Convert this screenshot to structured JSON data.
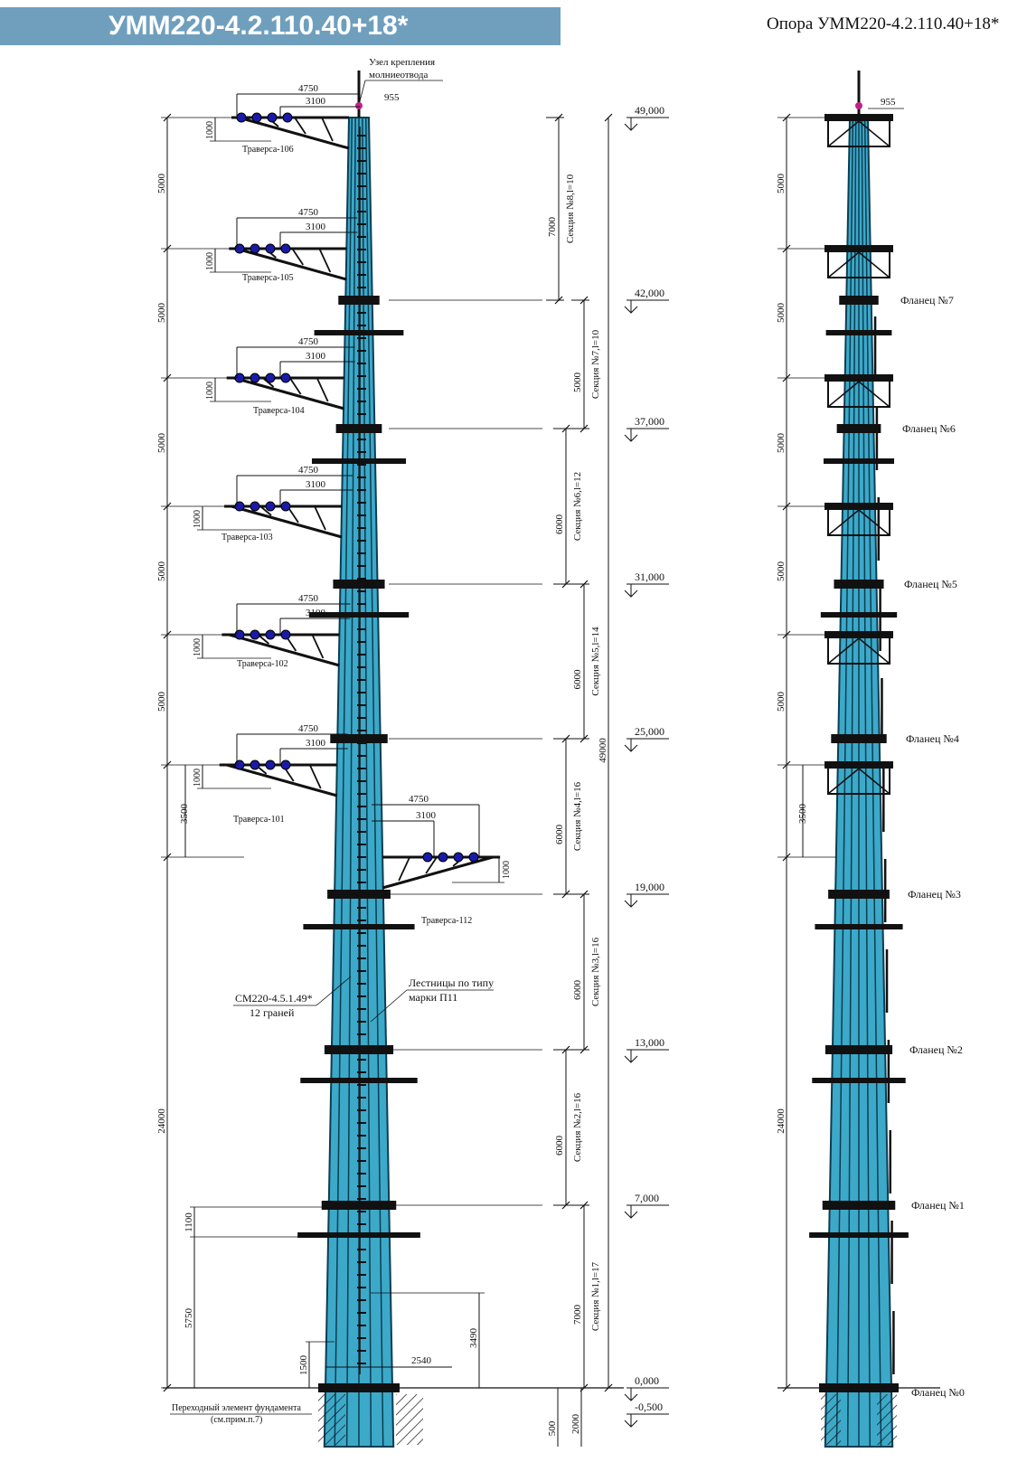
{
  "header": {
    "title": "УММ220-4.2.110.40+18*",
    "right_caption": "Опора УММ220-4.2.110.40+18*"
  },
  "colors": {
    "header_bg": "#6f9fbd",
    "pole_fill": "#3da9c9",
    "pole_edge": "#0b3d52",
    "insulator": "#1a1aa8",
    "tip": "#c0208c"
  },
  "top_labels": {
    "lightning_node_line1": "Узел крепления",
    "lightning_node_line2": "молниеотвода",
    "top_width": "955",
    "right_top_width": "955"
  },
  "elevations": [
    "49,000",
    "42,000",
    "37,000",
    "31,000",
    "25,000",
    "19,000",
    "13,000",
    "7,000",
    "0,000",
    "-0,500"
  ],
  "total_height": "49000",
  "left_dims": [
    "5000",
    "5000",
    "5000",
    "5000",
    "5000",
    "3500",
    "24000"
  ],
  "right_dims": [
    "5000",
    "5000",
    "5000",
    "5000",
    "5000",
    "3500",
    "24000"
  ],
  "sections": [
    {
      "length": "7000",
      "label": "Секция №8,l=10"
    },
    {
      "length": "5000",
      "label": "Секция №7,l=10"
    },
    {
      "length": "6000",
      "label": "Секция №6,l=12"
    },
    {
      "length": "6000",
      "label": "Секция №5,l=14"
    },
    {
      "length": "6000",
      "label": "Секция №4,l=16"
    },
    {
      "length": "6000",
      "label": "Секция №3,l=16"
    },
    {
      "length": "6000",
      "label": "Секция №2,l=16"
    },
    {
      "length": "7000",
      "label": "Секция №1,l=17"
    }
  ],
  "traverses": [
    {
      "name": "Траверса-106",
      "outer": "4750",
      "inner": "3100",
      "drop": "1000"
    },
    {
      "name": "Траверса-105",
      "outer": "4750",
      "inner": "3100",
      "drop": "1000"
    },
    {
      "name": "Траверса-104",
      "outer": "4750",
      "inner": "3100",
      "drop": "1000"
    },
    {
      "name": "Траверса-103",
      "outer": "4750",
      "inner": "3100",
      "drop": "1000"
    },
    {
      "name": "Траверса-102",
      "outer": "4750",
      "inner": "3100",
      "drop": "1000"
    },
    {
      "name": "Траверса-101",
      "outer": "4750",
      "inner": "3100",
      "drop": "1000"
    },
    {
      "name": "Траверса-112",
      "outer": "4750",
      "inner": "3100",
      "drop": "1000"
    }
  ],
  "callouts": {
    "pole_mark_line1": "СМ220-4.5.1.49*",
    "pole_mark_line2": "12 граней",
    "ladder_line1": "Лестницы по типу",
    "ladder_line2": "марки П11"
  },
  "bottom_dims": {
    "d1100": "1100",
    "d5750": "5750",
    "d3490": "3490",
    "d1500": "1500",
    "d2540": "2540",
    "d500": "500",
    "d2000": "2000"
  },
  "foundation": {
    "line1": "Переходный элемент фундамента",
    "line2": "(см.прим.п.7)"
  },
  "flanges": [
    "Фланец №7",
    "Фланец №6",
    "Фланец №5",
    "Фланец №4",
    "Фланец №3",
    "Фланец №2",
    "Фланец №1",
    "Фланец №0"
  ]
}
